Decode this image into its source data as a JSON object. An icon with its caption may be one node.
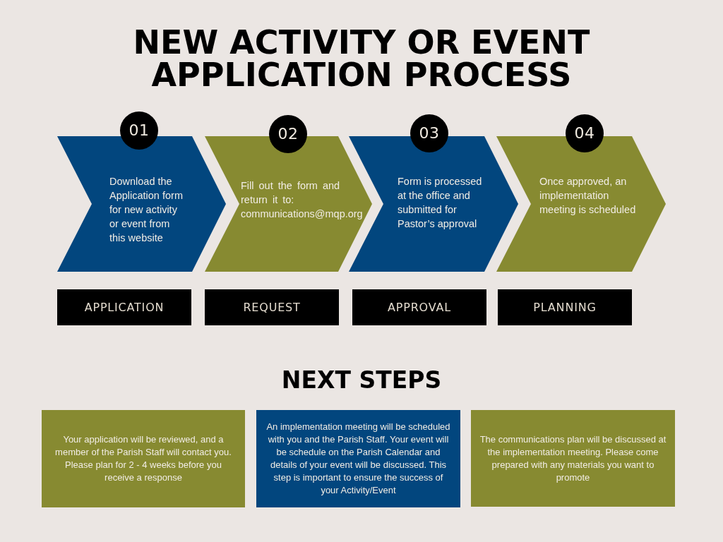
{
  "diagram": {
    "title": "NEW ACTIVITY OR EVENT APPLICATION PROCESS",
    "nodes": [
      {
        "text": [
          "01"
        ]
      },
      {
        "text": [
          "Download the Application form for new activity or event from this website"
        ]
      },
      {
        "text": [
          "02"
        ]
      },
      {
        "text": [
          "Fill out the form and return it to: communications@mqp.org"
        ]
      },
      {
        "text": [
          "03"
        ]
      },
      {
        "text": [
          "Form is processed at the office and submitted for Pastor’s approval"
        ]
      },
      {
        "text": [
          "04"
        ]
      },
      {
        "text": [
          "Once approved, an implementation meeting is scheduled"
        ]
      },
      {
        "text": [
          "APPLICATION"
        ]
      },
      {
        "text": [
          "REQUEST"
        ]
      },
      {
        "text": [
          "APPROVAL"
        ]
      },
      {
        "text": [
          "PLANNING"
        ]
      },
      {
        "text": [
          "Your application will be reviewed, and a member of the Parish Staff will contact you. Please plan for 2 - 4 weeks before you receive a response"
        ]
      },
      {
        "text": [
          "An implementation meeting will be scheduled with you and the Parish Staff. Your event will be schedule on the Parish Calendar and details of your event will be discussed. This step is important to ensure the success of your Activity/Event"
        ]
      },
      {
        "text": [
          "The communications plan will be discussed at the implementation meeting. Please come prepared with any materials you want to promote"
        ]
      }
    ],
    "labels": [
      "NEXT STEPS"
    ]
  }
}
